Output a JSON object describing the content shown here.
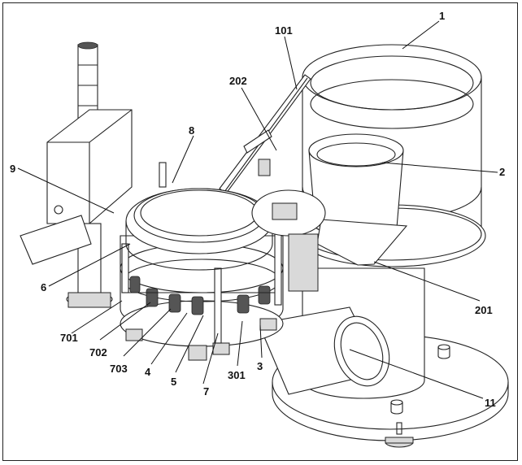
{
  "labels": {
    "l1": "1",
    "l101": "101",
    "l202": "202",
    "l2": "2",
    "l8": "8",
    "l9": "9",
    "l6": "6",
    "l701": "701",
    "l702": "702",
    "l703": "703",
    "l4": "4",
    "l5": "5",
    "l7": "7",
    "l301": "301",
    "l3": "3",
    "l201": "201",
    "l11": "11"
  }
}
